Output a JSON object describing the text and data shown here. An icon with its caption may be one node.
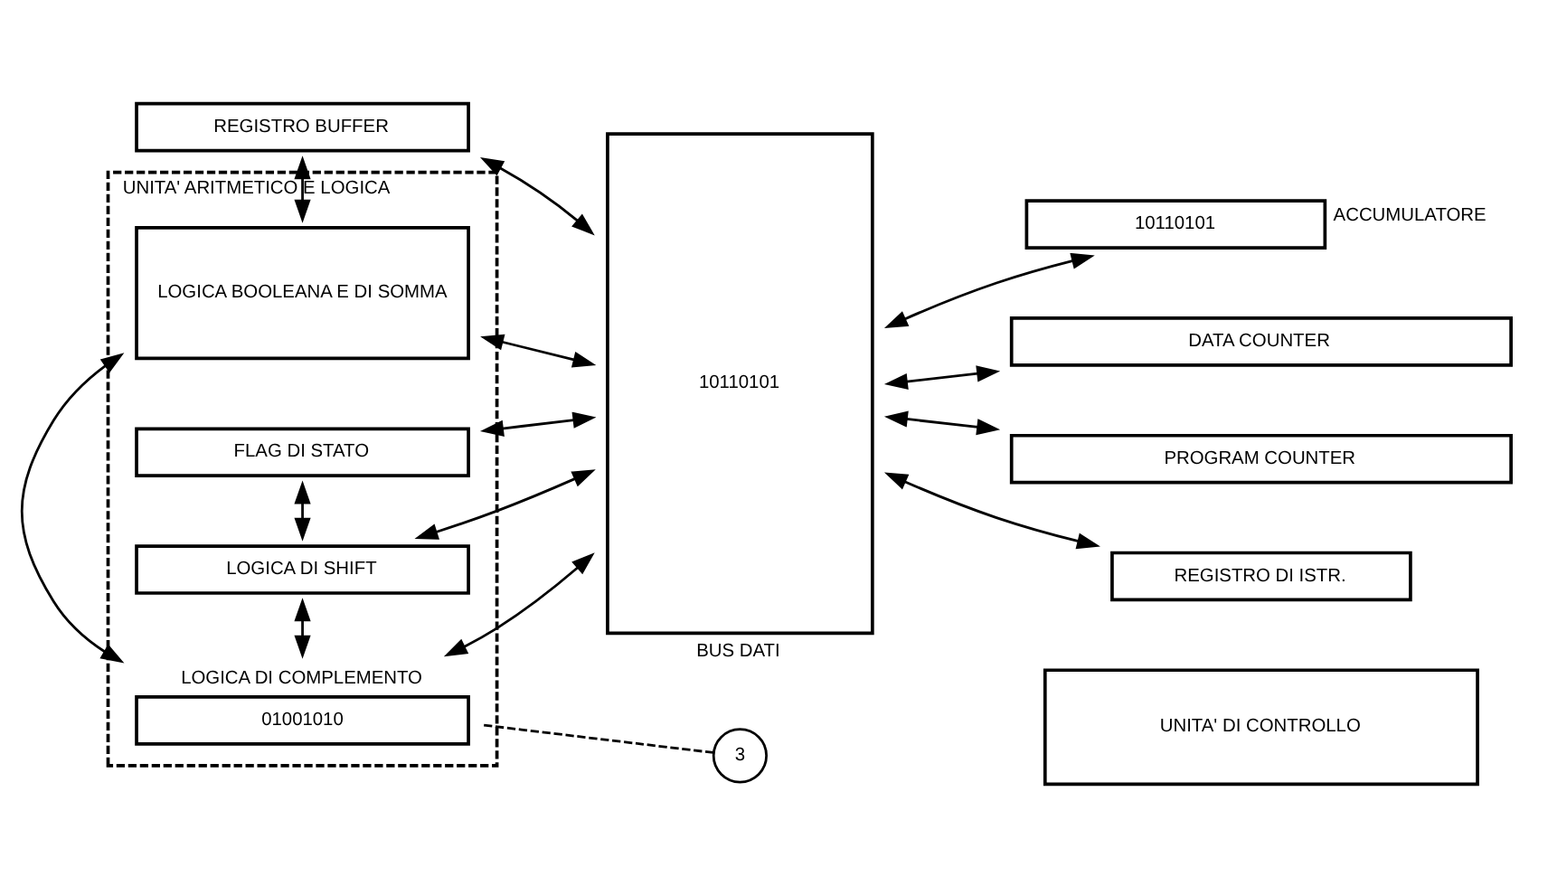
{
  "diagram": {
    "nodes": [
      {
        "text": [
          "UNITA' ARITMETICO E LOGICA"
        ]
      },
      {
        "text": [
          "FLAG DI STATO"
        ],
        "in": 0
      },
      {
        "text": [
          "LOGICA DI SHIFT"
        ],
        "in": 0
      },
      {
        "text": [
          "LOGICA DI COMPLEMENTO",
          "01001010"
        ],
        "in": 0
      },
      {
        "text": [
          "LOGICA BOOLEANA E DI SOMMA"
        ],
        "in": 0
      },
      {
        "text": [
          "10110101"
        ],
        "beside": [
          "BUS DATI"
        ]
      },
      {
        "text": [
          "10110101"
        ],
        "beside": [
          "ACCUMULATORE"
        ]
      },
      {
        "text": [
          "DATA COUNTER"
        ]
      },
      {
        "text": [
          "PROGRAM COUNTER"
        ]
      },
      {
        "text": [
          "REGISTRO DI ISTR."
        ]
      },
      {
        "text": [
          "3"
        ]
      },
      {
        "text": [
          "UNITA' DI CONTROLLO"
        ]
      },
      {
        "text": [
          "REGISTRO BUFFER"
        ]
      }
    ],
    "edges": [
      {
        "from": 1,
        "to": 2,
        "arrow": "both"
      },
      {
        "from": 2,
        "to": 3,
        "arrow": "both"
      },
      {
        "from": 3,
        "to": 4,
        "arrow": "both"
      },
      {
        "from": 1,
        "to": 5,
        "arrow": "both"
      },
      {
        "from": 2,
        "to": 5,
        "arrow": "both"
      },
      {
        "from": 3,
        "to": 5,
        "arrow": "both"
      },
      {
        "from": 4,
        "to": 5,
        "arrow": "both"
      },
      {
        "from": 5,
        "to": 6,
        "arrow": "both"
      },
      {
        "from": 5,
        "to": 7,
        "arrow": "both"
      },
      {
        "from": 5,
        "to": 8,
        "arrow": "both"
      },
      {
        "from": 5,
        "to": 9,
        "arrow": "both"
      },
      {
        "from": 4,
        "to": 12,
        "arrow": "both"
      },
      {
        "from": 12,
        "to": 5,
        "arrow": "both"
      },
      {
        "from": 3,
        "to": 10,
        "arrow": "none",
        "style": "dashed"
      }
    ]
  }
}
